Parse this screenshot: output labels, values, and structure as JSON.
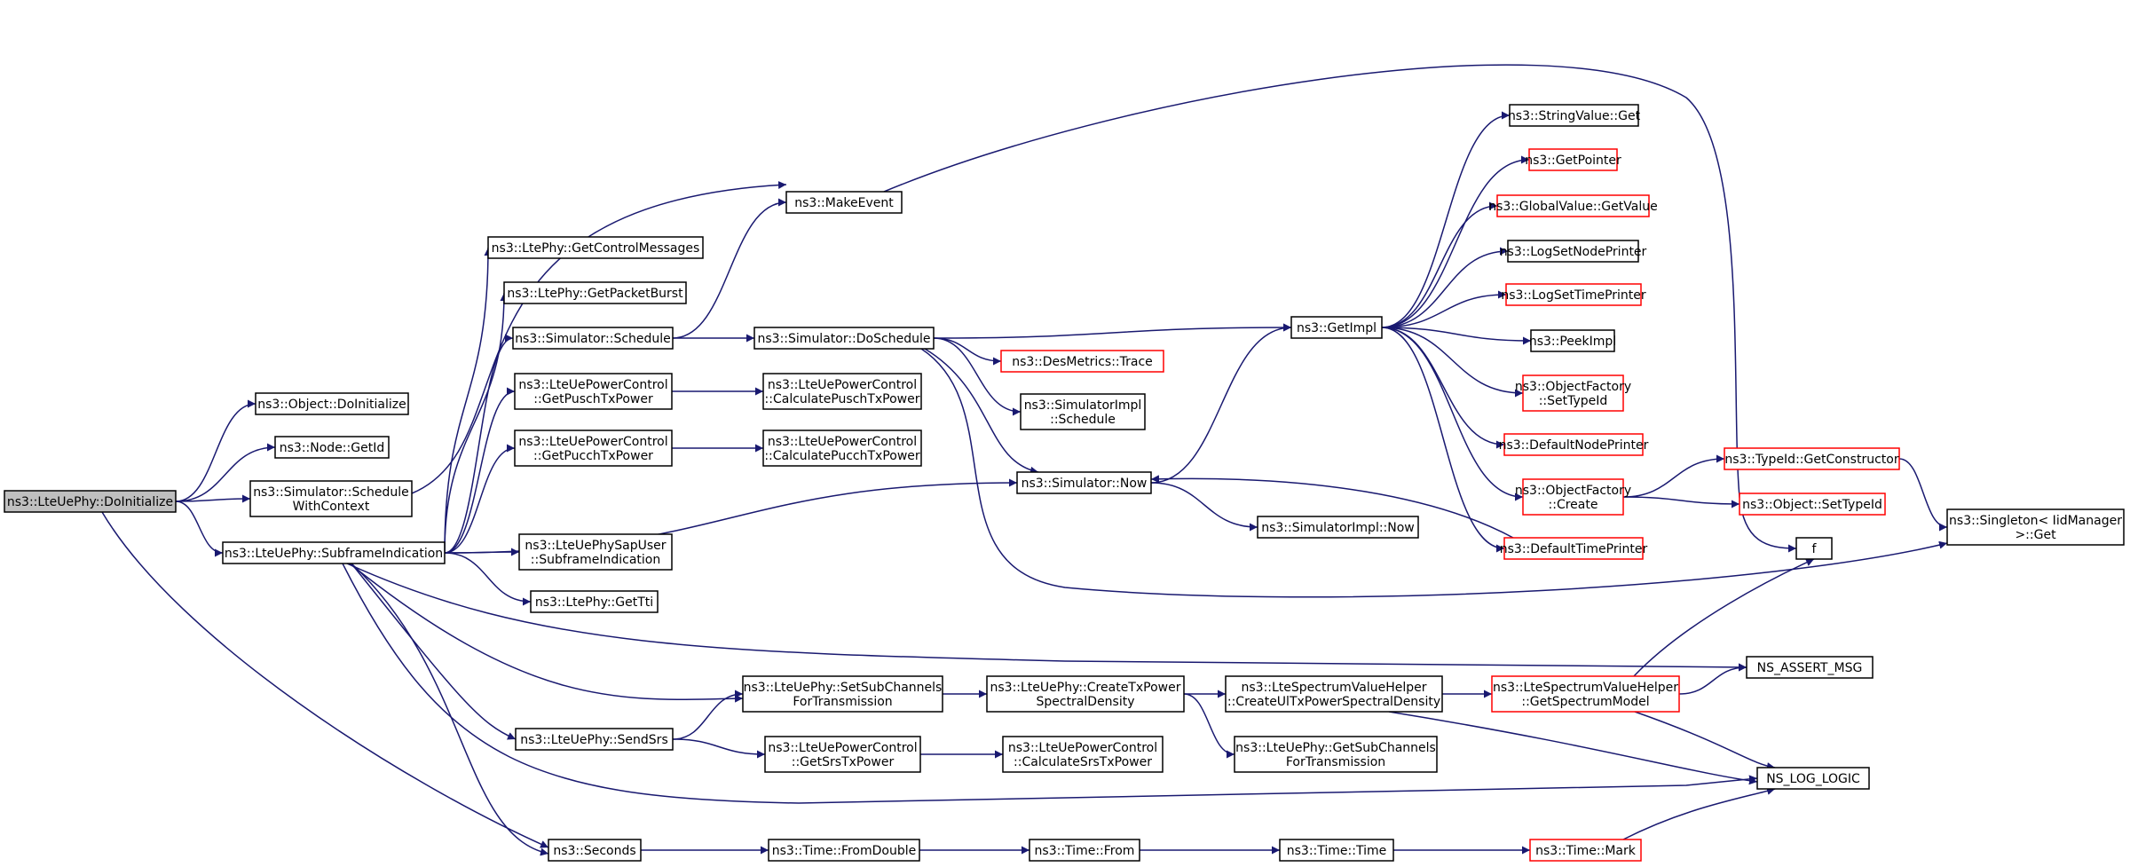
{
  "colors": {
    "edge": "#191970",
    "node_border": "#000000",
    "node_border_truncated": "#ff0000",
    "node_fill": "#ffffff",
    "node_fill_focus": "#bfbfbf"
  },
  "nodes": [
    {
      "id": "doinit",
      "lines": [
        "ns3::LteUePhy::DoInitialize"
      ],
      "focus": true
    },
    {
      "id": "objdoinit",
      "lines": [
        "ns3::Object::DoInitialize"
      ]
    },
    {
      "id": "nodegetid",
      "lines": [
        "ns3::Node::GetId"
      ]
    },
    {
      "id": "schedctx",
      "lines": [
        "ns3::Simulator::Schedule",
        "WithContext"
      ]
    },
    {
      "id": "subframe",
      "lines": [
        "ns3::LteUePhy::SubframeIndication"
      ]
    },
    {
      "id": "seconds",
      "lines": [
        "ns3::Seconds"
      ]
    },
    {
      "id": "makeevent",
      "lines": [
        "ns3::MakeEvent"
      ]
    },
    {
      "id": "getctrl",
      "lines": [
        "ns3::LtePhy::GetControlMessages"
      ]
    },
    {
      "id": "getpkt",
      "lines": [
        "ns3::LtePhy::GetPacketBurst"
      ]
    },
    {
      "id": "simsched",
      "lines": [
        "ns3::Simulator::Schedule"
      ]
    },
    {
      "id": "getpusch",
      "lines": [
        "ns3::LteUePowerControl",
        "::GetPuschTxPower"
      ]
    },
    {
      "id": "getpucch",
      "lines": [
        "ns3::LteUePowerControl",
        "::GetPucchTxPower"
      ]
    },
    {
      "id": "sapuser",
      "lines": [
        "ns3::LteUePhySapUser",
        "::SubframeIndication"
      ]
    },
    {
      "id": "gettti",
      "lines": [
        "ns3::LtePhy::GetTti"
      ]
    },
    {
      "id": "sendsrs",
      "lines": [
        "ns3::LteUePhy::SendSrs"
      ]
    },
    {
      "id": "setsub",
      "lines": [
        "ns3::LteUePhy::SetSubChannels",
        "ForTransmission"
      ]
    },
    {
      "id": "calcpusch",
      "lines": [
        "ns3::LteUePowerControl",
        "::CalculatePuschTxPower"
      ]
    },
    {
      "id": "calcpucch",
      "lines": [
        "ns3::LteUePowerControl",
        "::CalculatePucchTxPower"
      ]
    },
    {
      "id": "dosched",
      "lines": [
        "ns3::Simulator::DoSchedule"
      ]
    },
    {
      "id": "desmetrics",
      "lines": [
        "ns3::DesMetrics::Trace"
      ],
      "truncated": true
    },
    {
      "id": "simimplsched",
      "lines": [
        "ns3::SimulatorImpl",
        "::Schedule"
      ]
    },
    {
      "id": "simnow",
      "lines": [
        "ns3::Simulator::Now"
      ]
    },
    {
      "id": "getsrs",
      "lines": [
        "ns3::LteUePowerControl",
        "::GetSrsTxPower"
      ]
    },
    {
      "id": "createtx",
      "lines": [
        "ns3::LteUePhy::CreateTxPower",
        "SpectralDensity"
      ]
    },
    {
      "id": "calcsrs",
      "lines": [
        "ns3::LteUePowerControl",
        "::CalculateSrsTxPower"
      ]
    },
    {
      "id": "fromdouble",
      "lines": [
        "ns3::Time::FromDouble"
      ]
    },
    {
      "id": "timefrom",
      "lines": [
        "ns3::Time::From"
      ]
    },
    {
      "id": "getimpl",
      "lines": [
        "ns3::GetImpl"
      ]
    },
    {
      "id": "simimplnow",
      "lines": [
        "ns3::SimulatorImpl::Now"
      ]
    },
    {
      "id": "createultx",
      "lines": [
        "ns3::LteSpectrumValueHelper",
        "::CreateUlTxPowerSpectralDensity"
      ]
    },
    {
      "id": "getsubtx",
      "lines": [
        "ns3::LteUePhy::GetSubChannels",
        "ForTransmission"
      ]
    },
    {
      "id": "timetime",
      "lines": [
        "ns3::Time::Time"
      ]
    },
    {
      "id": "strget",
      "lines": [
        "ns3::StringValue::Get"
      ]
    },
    {
      "id": "getpointer",
      "lines": [
        "ns3::GetPointer"
      ],
      "truncated": true
    },
    {
      "id": "gvget",
      "lines": [
        "ns3::GlobalValue::GetValue"
      ],
      "truncated": true
    },
    {
      "id": "lognode",
      "lines": [
        "ns3::LogSetNodePrinter"
      ]
    },
    {
      "id": "logtime",
      "lines": [
        "ns3::LogSetTimePrinter"
      ],
      "truncated": true
    },
    {
      "id": "peekimpl",
      "lines": [
        "ns3::PeekImpl"
      ]
    },
    {
      "id": "ofsettype",
      "lines": [
        "ns3::ObjectFactory",
        "::SetTypeId"
      ],
      "truncated": true
    },
    {
      "id": "defnode",
      "lines": [
        "ns3::DefaultNodePrinter"
      ],
      "truncated": true
    },
    {
      "id": "ofcreate",
      "lines": [
        "ns3::ObjectFactory",
        "::Create"
      ],
      "truncated": true
    },
    {
      "id": "deftime",
      "lines": [
        "ns3::DefaultTimePrinter"
      ],
      "truncated": true
    },
    {
      "id": "getspec",
      "lines": [
        "ns3::LteSpectrumValueHelper",
        "::GetSpectrumModel"
      ],
      "truncated": true
    },
    {
      "id": "timemark",
      "lines": [
        "ns3::Time::Mark"
      ],
      "truncated": true
    },
    {
      "id": "typeidctor",
      "lines": [
        "ns3::TypeId::GetConstructor"
      ],
      "truncated": true
    },
    {
      "id": "objsettype",
      "lines": [
        "ns3::Object::SetTypeId"
      ],
      "truncated": true
    },
    {
      "id": "f",
      "lines": [
        "f"
      ]
    },
    {
      "id": "singleton",
      "lines": [
        "ns3::Singleton< IidManager",
        " >::Get"
      ]
    },
    {
      "id": "assertmsg",
      "lines": [
        "NS_ASSERT_MSG"
      ]
    },
    {
      "id": "loglogic",
      "lines": [
        "NS_LOG_LOGIC"
      ]
    }
  ],
  "edges": [
    [
      "doinit",
      "objdoinit"
    ],
    [
      "doinit",
      "nodegetid"
    ],
    [
      "doinit",
      "schedctx"
    ],
    [
      "doinit",
      "subframe"
    ],
    [
      "doinit",
      "seconds"
    ],
    [
      "schedctx",
      "makeevent"
    ],
    [
      "subframe",
      "getctrl"
    ],
    [
      "subframe",
      "getpkt"
    ],
    [
      "subframe",
      "simsched"
    ],
    [
      "subframe",
      "getpusch"
    ],
    [
      "subframe",
      "getpucch"
    ],
    [
      "subframe",
      "sapuser"
    ],
    [
      "subframe",
      "gettti"
    ],
    [
      "subframe",
      "sendsrs"
    ],
    [
      "subframe",
      "setsub"
    ],
    [
      "subframe",
      "simnow"
    ],
    [
      "subframe",
      "seconds"
    ],
    [
      "subframe",
      "assertmsg"
    ],
    [
      "subframe",
      "loglogic"
    ],
    [
      "simsched",
      "makeevent"
    ],
    [
      "simsched",
      "dosched"
    ],
    [
      "makeevent",
      "f"
    ],
    [
      "getpusch",
      "calcpusch"
    ],
    [
      "getpucch",
      "calcpucch"
    ],
    [
      "dosched",
      "getimpl"
    ],
    [
      "dosched",
      "desmetrics"
    ],
    [
      "dosched",
      "simimplsched"
    ],
    [
      "dosched",
      "simnow"
    ],
    [
      "dosched",
      "singleton"
    ],
    [
      "simnow",
      "getimpl"
    ],
    [
      "simnow",
      "simimplnow"
    ],
    [
      "getimpl",
      "strget"
    ],
    [
      "getimpl",
      "getpointer"
    ],
    [
      "getimpl",
      "gvget"
    ],
    [
      "getimpl",
      "lognode"
    ],
    [
      "getimpl",
      "logtime"
    ],
    [
      "getimpl",
      "peekimpl"
    ],
    [
      "getimpl",
      "ofsettype"
    ],
    [
      "getimpl",
      "defnode"
    ],
    [
      "getimpl",
      "ofcreate"
    ],
    [
      "getimpl",
      "deftime"
    ],
    [
      "deftime",
      "simnow"
    ],
    [
      "ofcreate",
      "typeidctor"
    ],
    [
      "ofcreate",
      "objsettype"
    ],
    [
      "typeidctor",
      "singleton"
    ],
    [
      "sendsrs",
      "setsub"
    ],
    [
      "sendsrs",
      "getsrs"
    ],
    [
      "getsrs",
      "calcsrs"
    ],
    [
      "setsub",
      "createtx"
    ],
    [
      "createtx",
      "createultx"
    ],
    [
      "createtx",
      "getsubtx"
    ],
    [
      "createultx",
      "getspec"
    ],
    [
      "createultx",
      "loglogic"
    ],
    [
      "getspec",
      "f"
    ],
    [
      "getspec",
      "assertmsg"
    ],
    [
      "getspec",
      "loglogic"
    ],
    [
      "seconds",
      "fromdouble"
    ],
    [
      "fromdouble",
      "timefrom"
    ],
    [
      "timefrom",
      "timetime"
    ],
    [
      "timetime",
      "timemark"
    ],
    [
      "timemark",
      "loglogic"
    ]
  ]
}
